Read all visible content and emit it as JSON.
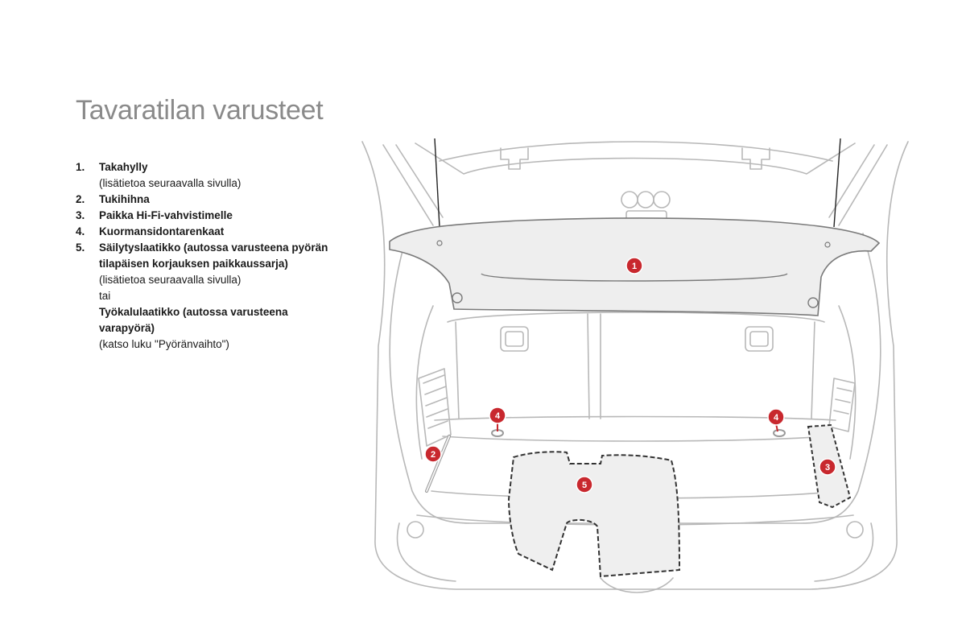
{
  "title": "Tavaratilan varusteet",
  "items": [
    {
      "num": "1.",
      "label": "Takahylly",
      "note": "(lisätietoa seuraavalla sivulla)"
    },
    {
      "num": "2.",
      "label": "Tukihihna"
    },
    {
      "num": "3.",
      "label": "Paikka Hi-Fi-vahvistimelle"
    },
    {
      "num": "4.",
      "label": "Kuormansidontarenkaat"
    },
    {
      "num": "5.",
      "label": "Säilytyslaatikko (autossa varusteena pyörän tilapäisen korjauksen paikkaussarja)",
      "note": "(lisätietoa seuraavalla sivulla)",
      "or": "tai",
      "label2": "Työkalulaatikko (autossa varusteena varapyörä)",
      "note2": "(katso luku \"Pyöränvaihto\")"
    }
  ],
  "diagram": {
    "markers": [
      "1",
      "2",
      "3",
      "4",
      "4",
      "5"
    ],
    "marker_color": "#c8282e",
    "line_color": "#b8b8b8",
    "fill_color": "#efefef"
  }
}
